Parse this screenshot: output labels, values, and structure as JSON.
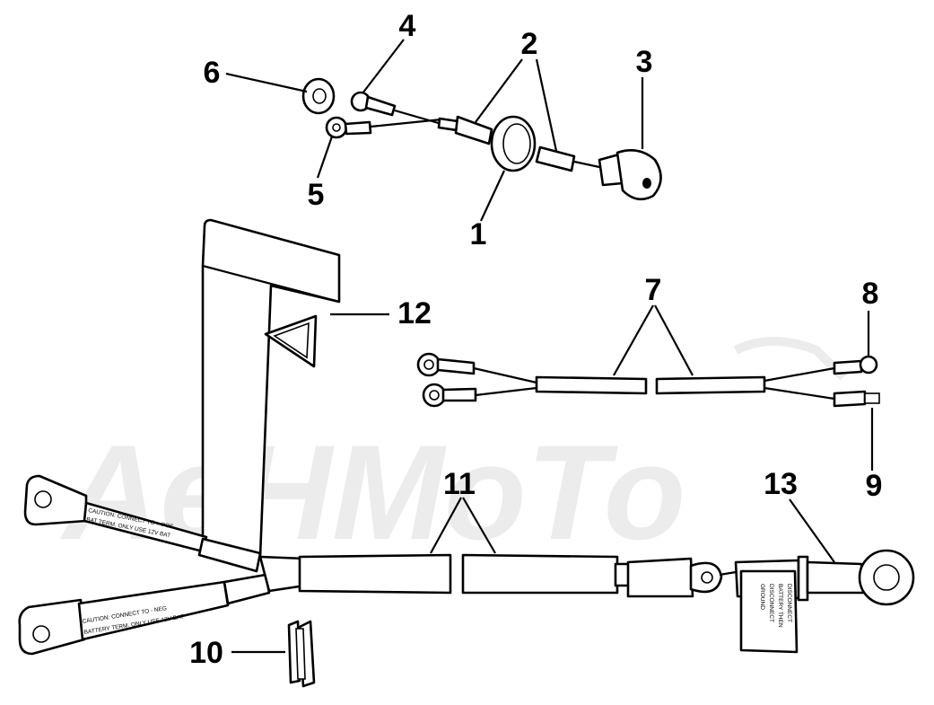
{
  "watermark": "AeHMoTo",
  "callouts": [
    {
      "id": "1",
      "text": "1"
    },
    {
      "id": "2",
      "text": "2"
    },
    {
      "id": "3",
      "text": "3"
    },
    {
      "id": "4",
      "text": "4"
    },
    {
      "id": "5",
      "text": "5"
    },
    {
      "id": "6",
      "text": "6"
    },
    {
      "id": "7",
      "text": "7"
    },
    {
      "id": "8",
      "text": "8"
    },
    {
      "id": "9",
      "text": "9"
    },
    {
      "id": "10",
      "text": "10"
    },
    {
      "id": "11",
      "text": "11"
    },
    {
      "id": "12",
      "text": "12"
    },
    {
      "id": "13",
      "text": "13"
    }
  ],
  "labels": {
    "pos_line1": "CAUTION: CONNECT TO + POS",
    "pos_line2": "BAT TERM. ONLY USE 12V BAT",
    "neg_line1": "CAUTION: CONNECT TO - NEG",
    "neg_line2": "BATTERY TERM. ONLY USE 12V BAT",
    "tag_line1": "DISCONNECT",
    "tag_line2": "BATTERY THEN",
    "tag_line3": "DISCONNECT",
    "tag_line4": "GROUND"
  },
  "colors": {
    "ink": "#000000",
    "paper": "#ffffff",
    "watermark": "#ececec"
  }
}
